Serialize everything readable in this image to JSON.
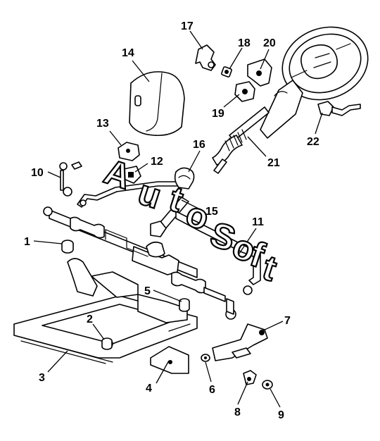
{
  "watermark": {
    "letters": [
      "A",
      "u",
      "t",
      "o",
      "S",
      "o",
      "f",
      "t"
    ]
  },
  "callouts": [
    {
      "id": "1",
      "text": "1"
    },
    {
      "id": "2",
      "text": "2"
    },
    {
      "id": "3",
      "text": "3"
    },
    {
      "id": "4",
      "text": "4"
    },
    {
      "id": "5",
      "text": "5"
    },
    {
      "id": "6",
      "text": "6"
    },
    {
      "id": "7",
      "text": "7"
    },
    {
      "id": "8",
      "text": "8"
    },
    {
      "id": "9",
      "text": "9"
    },
    {
      "id": "10",
      "text": "10"
    },
    {
      "id": "11",
      "text": "11"
    },
    {
      "id": "12",
      "text": "12"
    },
    {
      "id": "13",
      "text": "13"
    },
    {
      "id": "14",
      "text": "14"
    },
    {
      "id": "15",
      "text": "15"
    },
    {
      "id": "16",
      "text": "16"
    },
    {
      "id": "17",
      "text": "17"
    },
    {
      "id": "18",
      "text": "18"
    },
    {
      "id": "19",
      "text": "19"
    },
    {
      "id": "20",
      "text": "20"
    },
    {
      "id": "21",
      "text": "21"
    },
    {
      "id": "22",
      "text": "22"
    }
  ]
}
